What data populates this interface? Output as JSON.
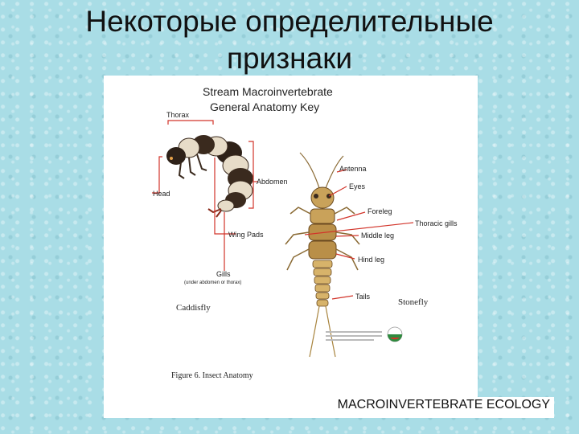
{
  "slide": {
    "title_line1": "Некоторые определительные",
    "title_line2": "признаки",
    "footer": "MACROINVERTEBRATE ECOLOGY"
  },
  "figure": {
    "heading_line1": "Stream Macroinvertebrate",
    "heading_line2": "General Anatomy Key",
    "labels": {
      "thorax": "Thorax",
      "head": "Head",
      "abdomen": "Abdomen",
      "wing_pads": "Wing Pads",
      "gills": "Gills",
      "gills_note": "(under abdomen or thorax)",
      "antenna": "Antenna",
      "eyes": "Eyes",
      "foreleg": "Foreleg",
      "thoracic_gills": "Thoracic gills",
      "middle_leg": "Middle leg",
      "hind_leg": "Hind leg",
      "tails": "Tails"
    },
    "caddisfly": "Caddisfly",
    "stonefly": "Stonefly",
    "caption": "Figure 6.  Insect Anatomy",
    "colors": {
      "leader_line": "#d2342a",
      "body_dark": "#3a2a1e",
      "body_light": "#e7dcc8",
      "stonefly_body": "#c9a25a"
    }
  }
}
